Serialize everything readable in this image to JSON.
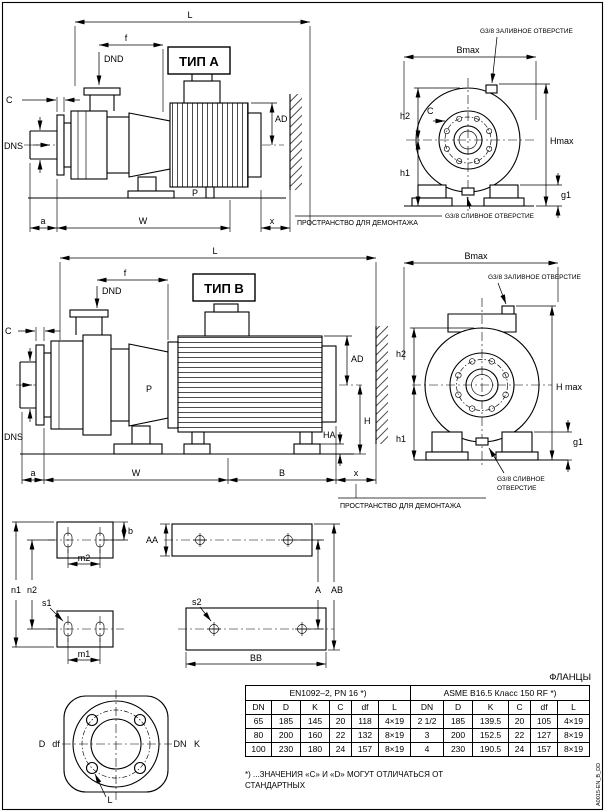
{
  "doc": {
    "code": "A0015-EN_B_DD"
  },
  "type_a": {
    "title": "ТИП A",
    "dismantle_note": "ПРОСТРАНСТВО ДЛЯ ДЕМОНТАЖА",
    "dims": {
      "L": "L",
      "f": "f",
      "DND": "DND",
      "C": "C",
      "DNS": "DNS",
      "AD": "AD",
      "P": "P",
      "a": "a",
      "W": "W",
      "x": "x"
    }
  },
  "type_a_end": {
    "fill_port": "G3/8 ЗАЛИВНОЕ ОТВЕРСТИЕ",
    "drain_port": "G3/8 СЛИВНОЕ ОТВЕРСТИЕ",
    "dims": {
      "Bmax": "Bmax",
      "h2": "h2",
      "C": "C",
      "h1": "h1",
      "Hmax": "Hmax",
      "g1": "g1"
    }
  },
  "type_b": {
    "title": "ТИП B",
    "dismantle_note": "ПРОСТРАНСТВО ДЛЯ ДЕМОНТАЖА",
    "dims": {
      "L": "L",
      "f": "f",
      "DND": "DND",
      "C": "C",
      "DNS": "DNS",
      "AD": "AD",
      "H": "H",
      "HA": "HA",
      "P": "P",
      "a": "a",
      "W": "W",
      "B": "B",
      "x": "x"
    }
  },
  "type_b_end": {
    "fill_port": "G3/8 ЗАЛИВНОЕ ОТВЕРСТИЕ",
    "drain_port_line1": "G3/8 СЛИВНОЕ",
    "drain_port_line2": "ОТВЕРСТИЕ",
    "dims": {
      "Bmax": "Bmax",
      "h2": "h2",
      "h1": "h1",
      "Hmax": "H max",
      "g1": "g1"
    }
  },
  "baseplate": {
    "dims": {
      "b": "b",
      "m2": "m2",
      "n1": "n1",
      "n2": "n2",
      "s1": "s1",
      "m1": "m1",
      "AA": "AA",
      "s2": "s2",
      "A": "A",
      "AB": "AB",
      "BB": "BB"
    }
  },
  "flange_view": {
    "dims": {
      "D": "D",
      "df": "df",
      "DN": "DN",
      "K": "K",
      "L": "L"
    }
  },
  "flange_table": {
    "title": "ФЛАНЦЫ",
    "group_en": "EN1092–2, PN 16 *)",
    "group_asme": "ASME B16.5 Класс 150 RF *)",
    "headers": [
      "DN",
      "D",
      "K",
      "C",
      "df",
      "L"
    ],
    "rows_en": [
      [
        "65",
        "185",
        "145",
        "20",
        "118",
        "4×19"
      ],
      [
        "80",
        "200",
        "160",
        "22",
        "132",
        "8×19"
      ],
      [
        "100",
        "230",
        "180",
        "24",
        "157",
        "8×19"
      ]
    ],
    "rows_asme": [
      [
        "2 1/2",
        "185",
        "139.5",
        "20",
        "105",
        "4×19"
      ],
      [
        "3",
        "200",
        "152.5",
        "22",
        "127",
        "8×19"
      ],
      [
        "4",
        "230",
        "190.5",
        "24",
        "157",
        "8×19"
      ]
    ],
    "footnote_line1": "*) ...ЗНАЧЕНИЯ «C» И «D» МОГУТ ОТЛИЧАТЬСЯ ОТ",
    "footnote_line2": "СТАНДАРТНЫХ"
  }
}
